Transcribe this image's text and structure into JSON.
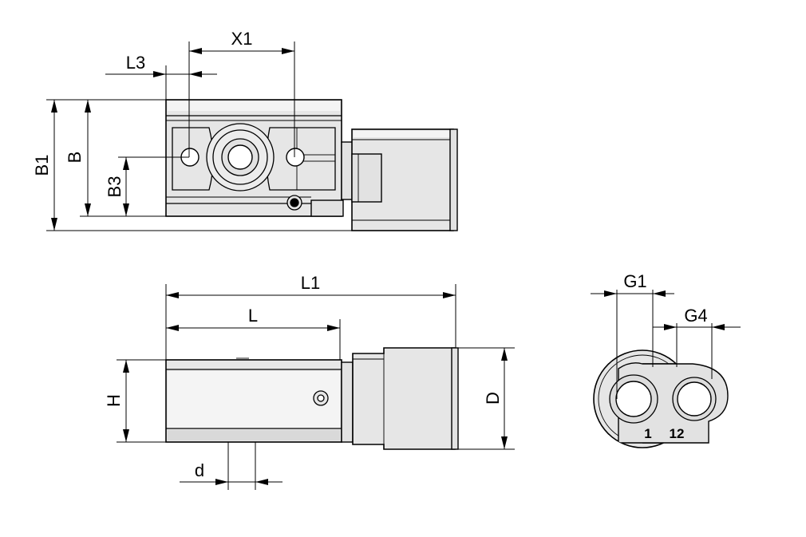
{
  "views": {
    "top": {
      "dimensions": {
        "x1": "X1",
        "l3": "L3",
        "b1": "B1",
        "b": "B",
        "b3": "B3"
      }
    },
    "side": {
      "dimensions": {
        "l1": "L1",
        "l": "L",
        "h": "H",
        "d_upper": "D",
        "d_lower": "d"
      }
    },
    "end": {
      "dimensions": {
        "g1": "G1",
        "g4": "G4"
      },
      "ports": {
        "port_1": "1",
        "port_12": "12"
      }
    }
  }
}
